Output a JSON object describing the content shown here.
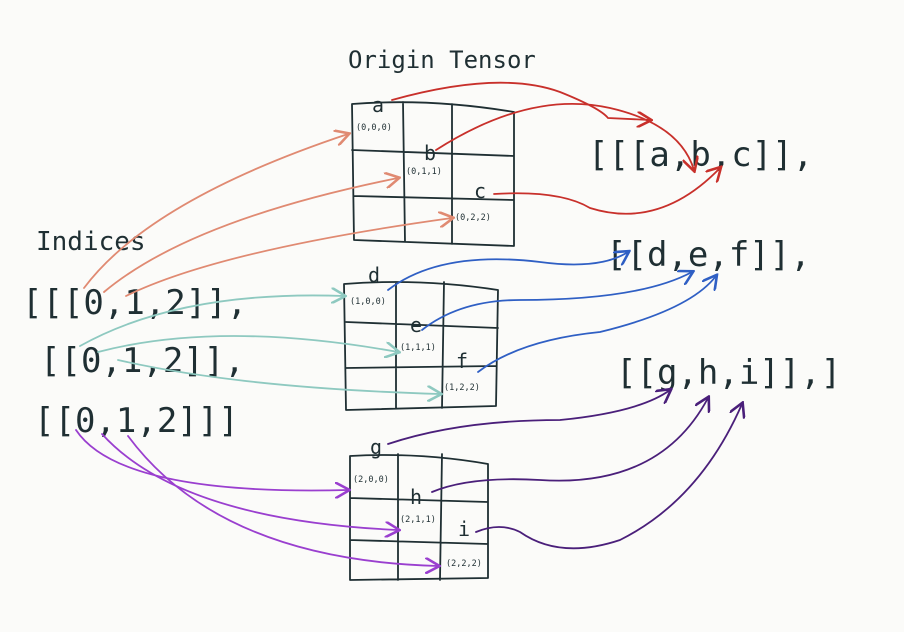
{
  "title": "Origin Tensor",
  "indices": {
    "label": "Indices",
    "rows": [
      "[[[0,1,2]],",
      "[[0,1,2]],",
      "[[0,1,2]]]"
    ]
  },
  "tensor": {
    "blocks": [
      {
        "cells": [
          {
            "letter": "a",
            "coord": "(0,0,0)"
          },
          {
            "letter": "b",
            "coord": "(0,1,1)"
          },
          {
            "letter": "c",
            "coord": "(0,2,2)"
          }
        ]
      },
      {
        "cells": [
          {
            "letter": "d",
            "coord": "(1,0,0)"
          },
          {
            "letter": "e",
            "coord": "(1,1,1)"
          },
          {
            "letter": "f",
            "coord": "(1,2,2)"
          }
        ]
      },
      {
        "cells": [
          {
            "letter": "g",
            "coord": "(2,0,0)"
          },
          {
            "letter": "h",
            "coord": "(2,1,1)"
          },
          {
            "letter": "i",
            "coord": "(2,2,2)"
          }
        ]
      }
    ]
  },
  "output": {
    "rows": [
      "[[[a,b,c]],",
      "[[d,e,f]],",
      "[[g,h,i]],]"
    ]
  },
  "colors": {
    "ink": "#1f2f33",
    "block0_in": "#e08a72",
    "block0_out": "#c8302b",
    "block1_in": "#8ec9c0",
    "block1_out": "#2f5fc4",
    "block2_in": "#9a3fcf",
    "block2_out": "#4a1f7a"
  }
}
